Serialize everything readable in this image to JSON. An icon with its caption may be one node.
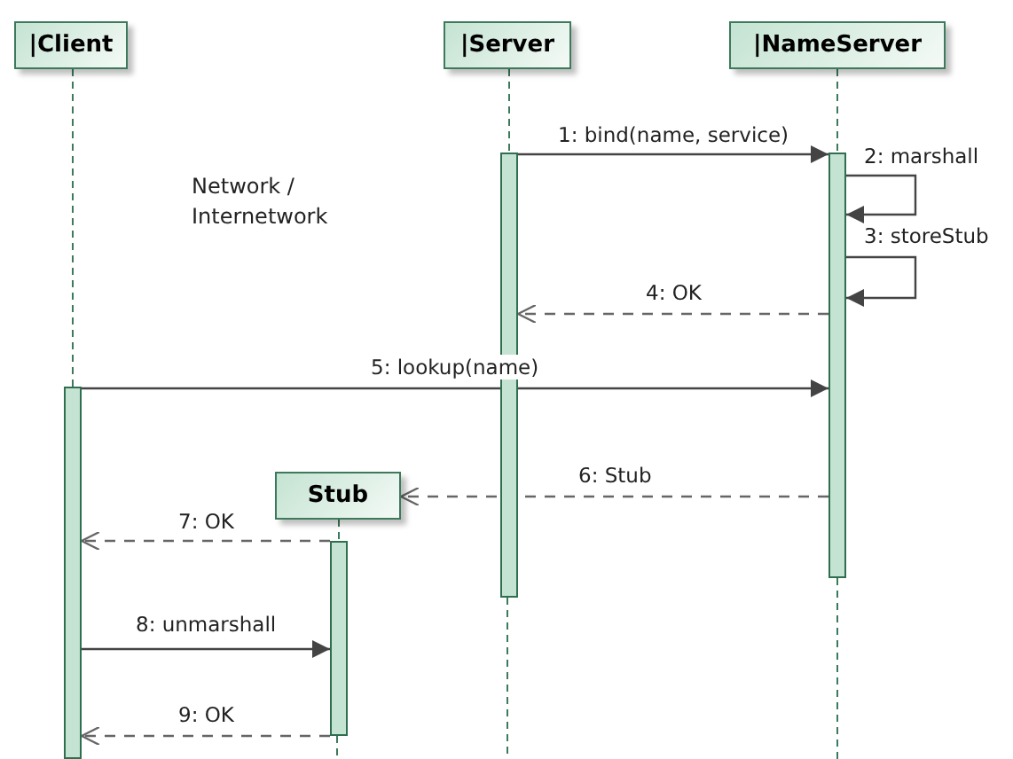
{
  "diagram": {
    "nodes": [
      {
        "text": [
          "|Client"
        ]
      },
      {
        "text": [
          "|Server"
        ]
      },
      {
        "text": [
          "|NameServer"
        ]
      },
      {
        "text": [
          "Stub"
        ]
      },
      {
        "text": [],
        "shape": "bar"
      },
      {
        "text": [],
        "shape": "bar"
      },
      {
        "text": [],
        "shape": "bar"
      },
      {
        "text": [],
        "shape": "bar"
      }
    ],
    "edges": [
      {
        "from": 6,
        "to": 7,
        "arrow": "to",
        "label": "1: bind(name, service)"
      },
      {
        "from": 7,
        "to": 7,
        "arrow": "to",
        "label": "2: marshall"
      },
      {
        "from": 7,
        "to": 7,
        "arrow": "to",
        "label": "3: storeStub"
      },
      {
        "from": 7,
        "to": 6,
        "arrow": "to",
        "label": "4: OK",
        "style": "dashed"
      },
      {
        "from": 4,
        "to": 7,
        "arrow": "to",
        "label": "5: lookup(name)"
      },
      {
        "from": 7,
        "to": 3,
        "arrow": "to",
        "label": "6: Stub",
        "style": "dashed"
      },
      {
        "from": 5,
        "to": 4,
        "arrow": "to",
        "label": "7: OK",
        "style": "dashed"
      },
      {
        "from": 4,
        "to": 5,
        "arrow": "to",
        "label": "8: unmarshall"
      },
      {
        "from": 5,
        "to": 4,
        "arrow": "to",
        "label": "9: OK",
        "style": "dashed"
      },
      {
        "from": 0,
        "to": 4,
        "arrow": "none",
        "style": "dashed",
        "color": "#3d7a5c"
      },
      {
        "from": 1,
        "to": 6,
        "arrow": "none",
        "style": "dashed",
        "color": "#3d7a5c"
      },
      {
        "from": 2,
        "to": 7,
        "arrow": "none",
        "style": "dashed",
        "color": "#3d7a5c"
      },
      {
        "from": 3,
        "to": 5,
        "arrow": "none",
        "style": "dashed",
        "color": "#3d7a5c"
      }
    ],
    "labels": [
      "Network / Internetwork"
    ]
  }
}
